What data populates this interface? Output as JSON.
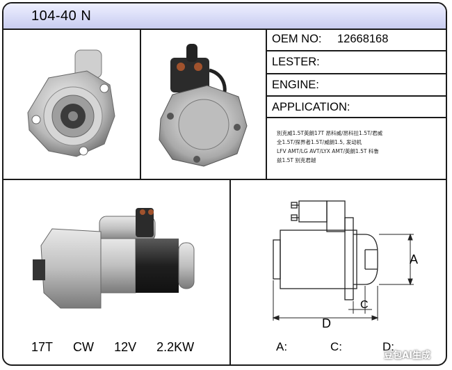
{
  "header": {
    "title": "104-40 N"
  },
  "info": {
    "oem_label": "OEM NO:",
    "oem_value": "12668168",
    "lester_label": "LESTER:",
    "engine_label": "ENGINE:",
    "application_label": "APPLICATION:",
    "application_text": "別克威1.5T英朗17T 昂科威/昂科拉1.5T/君威\n全1.5T/探界者1.5T/威朗1.5, 发动机\nLFV AMT/LG AVT/LYX AMT/英朗1.5T 科鲁\n兹1.5T 别克君越"
  },
  "specs": {
    "teeth": "17T",
    "rotation": "CW",
    "voltage": "12V",
    "power": "2.2KW"
  },
  "dimensions": {
    "a_label": "A:",
    "c_label": "C:",
    "d_label": "D:",
    "drawing_a": "A",
    "drawing_c": "C",
    "drawing_d": "D"
  },
  "watermark": "豆包AI生成",
  "colors": {
    "header_top": "#eef0ff",
    "header_bottom": "#c9cdf0",
    "border": "#1a1a1a"
  }
}
